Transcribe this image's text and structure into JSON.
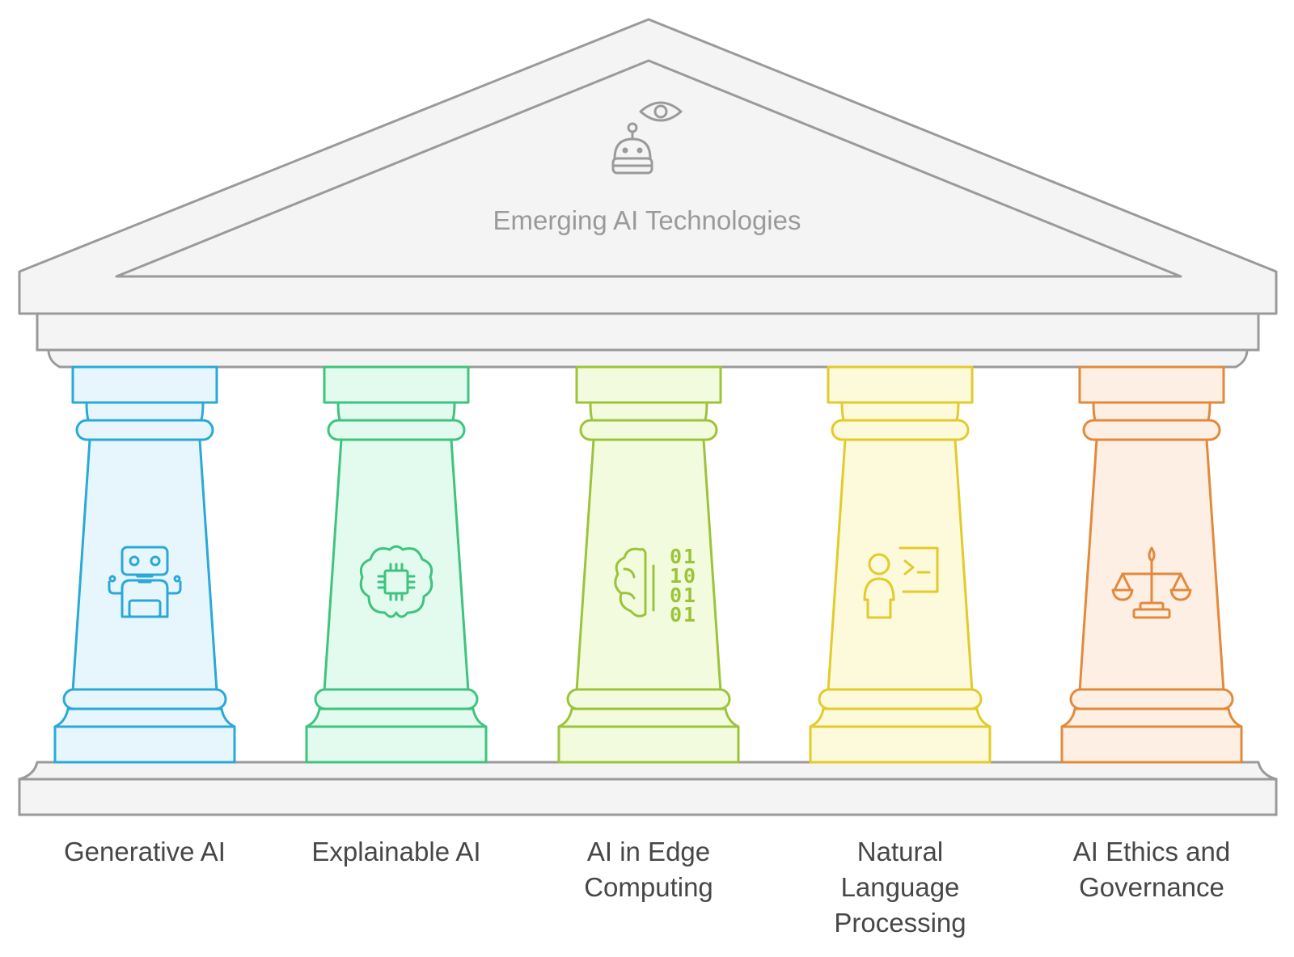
{
  "title": "Emerging AI Technologies",
  "title_icon": "robot-eye-icon",
  "structure_colors": {
    "stroke": "#9a9a9a",
    "fill": "#f4f4f4",
    "label_text": "#474747",
    "title_text": "#9a9a9a"
  },
  "pillars": [
    {
      "label": "Generative AI",
      "icon": "robot-icon",
      "stroke": "#2aa9d8",
      "fill": "#e7f6fc"
    },
    {
      "label": "Explainable AI",
      "icon": "brain-chip-icon",
      "stroke": "#3ec47e",
      "fill": "#e3faef"
    },
    {
      "label": "AI in Edge Computing",
      "icon": "brain-binary-icon",
      "stroke": "#9cc43a",
      "fill": "#f3fbdf"
    },
    {
      "label": "Natural Language Processing",
      "icon": "person-terminal-icon",
      "stroke": "#e2cb2a",
      "fill": "#fdf9db"
    },
    {
      "label": "AI Ethics and Governance",
      "icon": "scales-icon",
      "stroke": "#e28a3b",
      "fill": "#fdefe4"
    }
  ]
}
